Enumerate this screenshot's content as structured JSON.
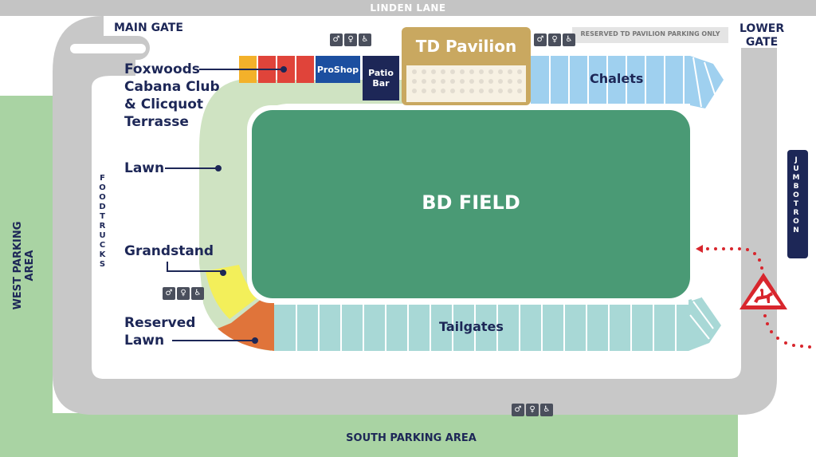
{
  "roads": {
    "top": "LINDEN LANE"
  },
  "gates": {
    "main": "MAIN GATE",
    "lower": "LOWER\nGATE"
  },
  "parking": {
    "west": "WEST PARKING AREA",
    "south": "SOUTH PARKING AREA",
    "reserved": "RESERVED TD PAVILION  PARKING ONLY"
  },
  "venues": {
    "field": "BD FIELD",
    "pavilion": "TD Pavilion",
    "chalets": "Chalets",
    "tailgates": "Tailgates",
    "proshop": "ProShop",
    "patio_bar": "Patio\nBar",
    "foodtrucks": "FOODTRUCKS",
    "jumbotron": "JUMBOTRON"
  },
  "callouts": {
    "cabana": "Foxwoods\nCabana Club\n& Clicquot\nTerrasse",
    "lawn": "Lawn",
    "grandstand": "Grandstand",
    "reserved_lawn": "Reserved\nLawn"
  },
  "icons": {
    "facilities": [
      "restroom-men-icon",
      "restroom-women-icon",
      "accessible-icon"
    ],
    "horse_crossing": "horse-rider-warning-icon"
  },
  "colors": {
    "road": "#c8c8c8",
    "field": "#4a9a75",
    "lawn": "#cfe3c2",
    "pavilion": "#c9a860",
    "chalets": "#9fd0ef",
    "tailgates": "#a8d8d6",
    "proshop": "#1c4fa0",
    "patio_bar": "#1d2757",
    "grandstand": "#f3ef5a",
    "reserved_lawn": "#e0743a",
    "navy_text": "#1d2757",
    "parking_green": "#a9d3a3"
  }
}
